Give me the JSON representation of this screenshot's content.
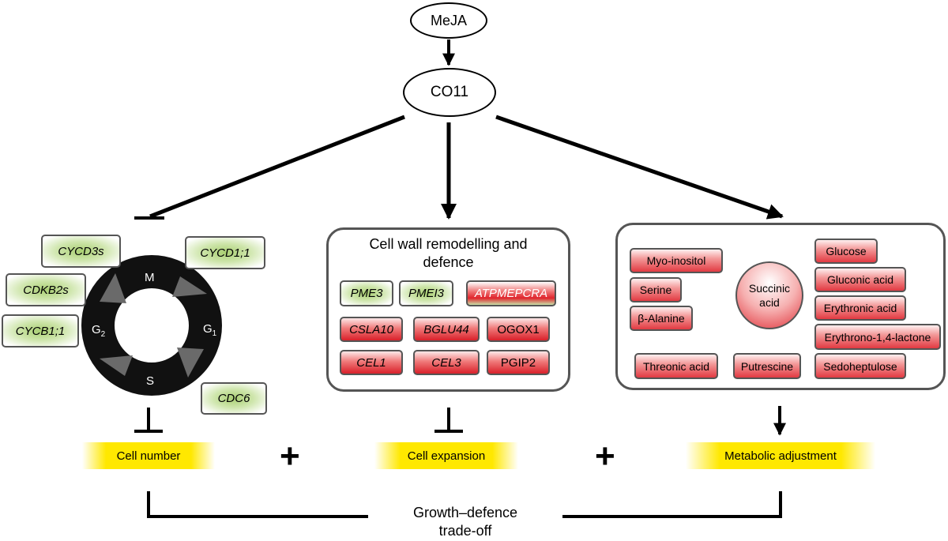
{
  "top": {
    "mejA": "MeJA",
    "coi1": "CO11"
  },
  "cell_cycle": {
    "phases": {
      "m": "M",
      "g1": "G",
      "g1_sub": "1",
      "s": "S",
      "g2": "G",
      "g2_sub": "2"
    },
    "genes": [
      "CYCD3s",
      "CYCD1;1",
      "CDKB2s",
      "CYCB1;1",
      "CDC6"
    ]
  },
  "cell_wall": {
    "title_line1": "Cell wall remodelling and",
    "title_line2": "defence",
    "genes": [
      "PME3",
      "PMEI3",
      "ATPMEPCRA",
      "CSLA10",
      "BGLU44",
      "OGOX1",
      "CEL1",
      "CEL3",
      "PGIP2"
    ]
  },
  "metabolites": {
    "items": [
      "Myo-inositol",
      "Serine",
      "β-Alanine",
      "Threonic acid",
      "Putrescine",
      "Glucose",
      "Gluconic acid",
      "Erythronic acid",
      "Erythrono-1,4-lactone",
      "Sedoheptulose"
    ],
    "center_line1": "Succinic",
    "center_line2": "acid"
  },
  "outcomes": {
    "cell_number": "Cell number",
    "cell_expansion": "Cell expansion",
    "metabolic": "Metabolic adjustment",
    "plus": "+"
  },
  "tradeoff": {
    "line1": "Growth–defence",
    "line2": "trade-off"
  },
  "colors": {
    "upregulated": "#e0242c",
    "downregulated": "#a9cf72",
    "outcome_highlight": "#ffe800"
  }
}
